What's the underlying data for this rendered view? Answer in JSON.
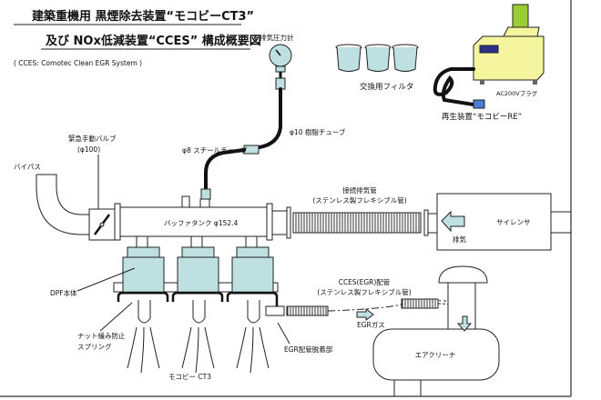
{
  "title": {
    "line1": "建築重機用 黒煙除去装置“モコビーCT3”",
    "line2": "及び NOx低減装置“CCES” 構成概要図",
    "subtitle": "( CCES: Comotec Clean EGR System )"
  },
  "labels": {
    "pressure_gauge": "排気圧力計",
    "resin_tube": "φ10 樹脂チューブ",
    "steel_tube": "φ8 スチールチューブ",
    "filters": "交換用フィルタ",
    "ac_plug": "AC200Vプラグ",
    "regenerator": "再生装置“モコビーRE”",
    "valve_line1": "緊急手動バルブ",
    "valve_line2": "(φ100)",
    "bypass": "バイパス",
    "buffer_tank": "バッファタンク φ152.4",
    "exhaust_pipe_line1": "接続排気管",
    "exhaust_pipe_line2": "(ステンレス製フレキシブル管)",
    "exhaust": "排気",
    "silencer": "サイレンサ",
    "dpf_body": "DPF本体",
    "spring_line1": "ナット緩み防止",
    "spring_line2": "スプリング",
    "product": "モコビー CT3",
    "egr_pipe_line1": "CCES(EGR)配管",
    "egr_pipe_line2": "(ステンレス製フレキシブル管)",
    "egr_gas": "EGRガス",
    "egr_detach": "EGR配管脱着部",
    "air_cleaner": "エアクリーナ"
  },
  "colors": {
    "component_fill": "#bfe0e0",
    "regenerator_body": "#f5f5a0",
    "regenerator_top": "#9acd32",
    "plug": "#4a7fd4",
    "screen": "#2a2f8a"
  }
}
